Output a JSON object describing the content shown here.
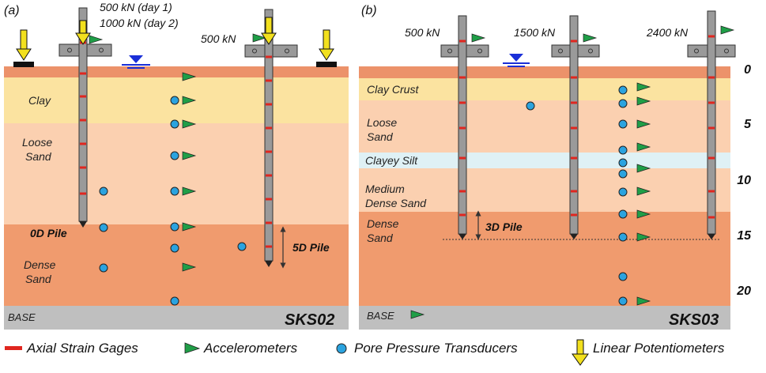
{
  "panels": [
    {
      "id": "a",
      "panel_label": "(a)",
      "test_label": "SKS02",
      "base_label": "BASE",
      "load_lines": [
        "500 kN (day 1)",
        "1000 kN (day 2)"
      ],
      "load_right": "500 kN",
      "layers": [
        {
          "label": "Clay",
          "color": "#fbe3a0"
        },
        {
          "label_lines": [
            "Loose",
            "Sand"
          ],
          "color": "#fbd0b0"
        },
        {
          "label_lines": [
            "Dense",
            "Sand"
          ],
          "color": "#f09b6e"
        }
      ],
      "pile_labels": {
        "left": "0D Pile",
        "right": "5D Pile"
      }
    },
    {
      "id": "b",
      "panel_label": "(b)",
      "test_label": "SKS03",
      "base_label": "BASE",
      "loads": [
        "500 kN",
        "1500 kN",
        "2400 kN"
      ],
      "layers": [
        {
          "label": "Clay Crust",
          "color": "#fbe3a0"
        },
        {
          "label_lines": [
            "Loose",
            "Sand"
          ],
          "color": "#fbd0b0"
        },
        {
          "label": "Clayey Silt",
          "color": "#dff1f5"
        },
        {
          "label_lines": [
            "Medium",
            "Dense Sand"
          ],
          "color": "#fbd0b0"
        },
        {
          "label_lines": [
            "Dense",
            "Sand"
          ],
          "color": "#f09b6e"
        }
      ],
      "pile_label": "3D Pile",
      "depth_ticks": [
        "0",
        "5",
        "10",
        "15",
        "20"
      ]
    }
  ],
  "legend": {
    "strain": "Axial Strain Gages",
    "accel": "Accelerometers",
    "ppt": "Pore Pressure Transducers",
    "pot": "Linear Potentiometers"
  },
  "colors": {
    "surface": "#ec926a",
    "base": "#bfbfbf",
    "pile": "#9a9a9a",
    "gage": "#e0261f",
    "accel": "#1f9e47",
    "ppt": "#2ba3df",
    "pot": "#f2e01e",
    "water": "#1a2fd8"
  }
}
